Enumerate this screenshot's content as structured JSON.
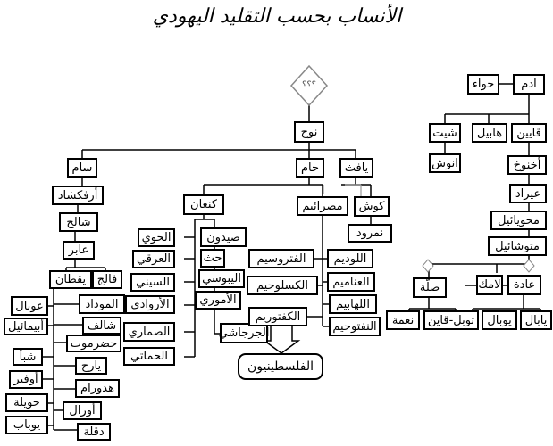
{
  "title": "الأنساب بحسب التقليد اليهودي",
  "unknown_label": "؟؟؟",
  "nodes": {
    "adam": "ادم",
    "hawwa": "حواء",
    "qayin": "قايين",
    "habil": "هابيل",
    "shit": "شيت",
    "anosh": "انوش",
    "akhnukh": "أخنوخ",
    "irad": "عيراد",
    "mahuyail": "محويائيل",
    "mutushail": "متوشائيل",
    "lamek": "لامك",
    "ada": "عادة",
    "silla": "صلّة",
    "yabal": "يابال",
    "yubal": "يوبال",
    "tubal": "توبل-قاين",
    "naama": "نعمة",
    "nuh": "نوح",
    "sam": "سام",
    "ham": "حام",
    "yafith": "يافث",
    "arfakhshad": "أرفكشاد",
    "shalih": "شالح",
    "abir": "عابر",
    "falij": "فالج",
    "yaqtan": "يقطان",
    "almudad": "الموداد",
    "shalif": "شالف",
    "hadramawt": "حضرموت",
    "yarah": "يارح",
    "hadoram": "هدورام",
    "uzal": "أوزال",
    "diqla": "دقلة",
    "ubal": "عوبال",
    "abimail": "أبيمائيل",
    "shaba": "شبأ",
    "ofir": "أوفير",
    "hawila": "حويلة",
    "yubab": "يوباب",
    "kanaan": "كنعان",
    "sidon": "صيدون",
    "heth": "حث",
    "yabusi": "اليبوسي",
    "amuri": "الأموري",
    "jirjashi": "الجرجاشي",
    "hiwwi": "الحوي",
    "arqi": "العرقي",
    "sini": "السيني",
    "arwadi": "الأروادي",
    "samari": "الصماري",
    "hamati": "الحماتي",
    "misrayim": "مصرائيم",
    "kush": "كوش",
    "nimrod": "نمرود",
    "ludim": "اللوديم",
    "anamim": "العناميم",
    "lahabim": "اللهابيم",
    "naftuhim": "النفتوحيم",
    "fatrusim": "الفتروسيم",
    "kasluhim": "الكسلوحيم",
    "kaftorim": "الكفتوريم",
    "philistines": "الفلسطينيون"
  }
}
